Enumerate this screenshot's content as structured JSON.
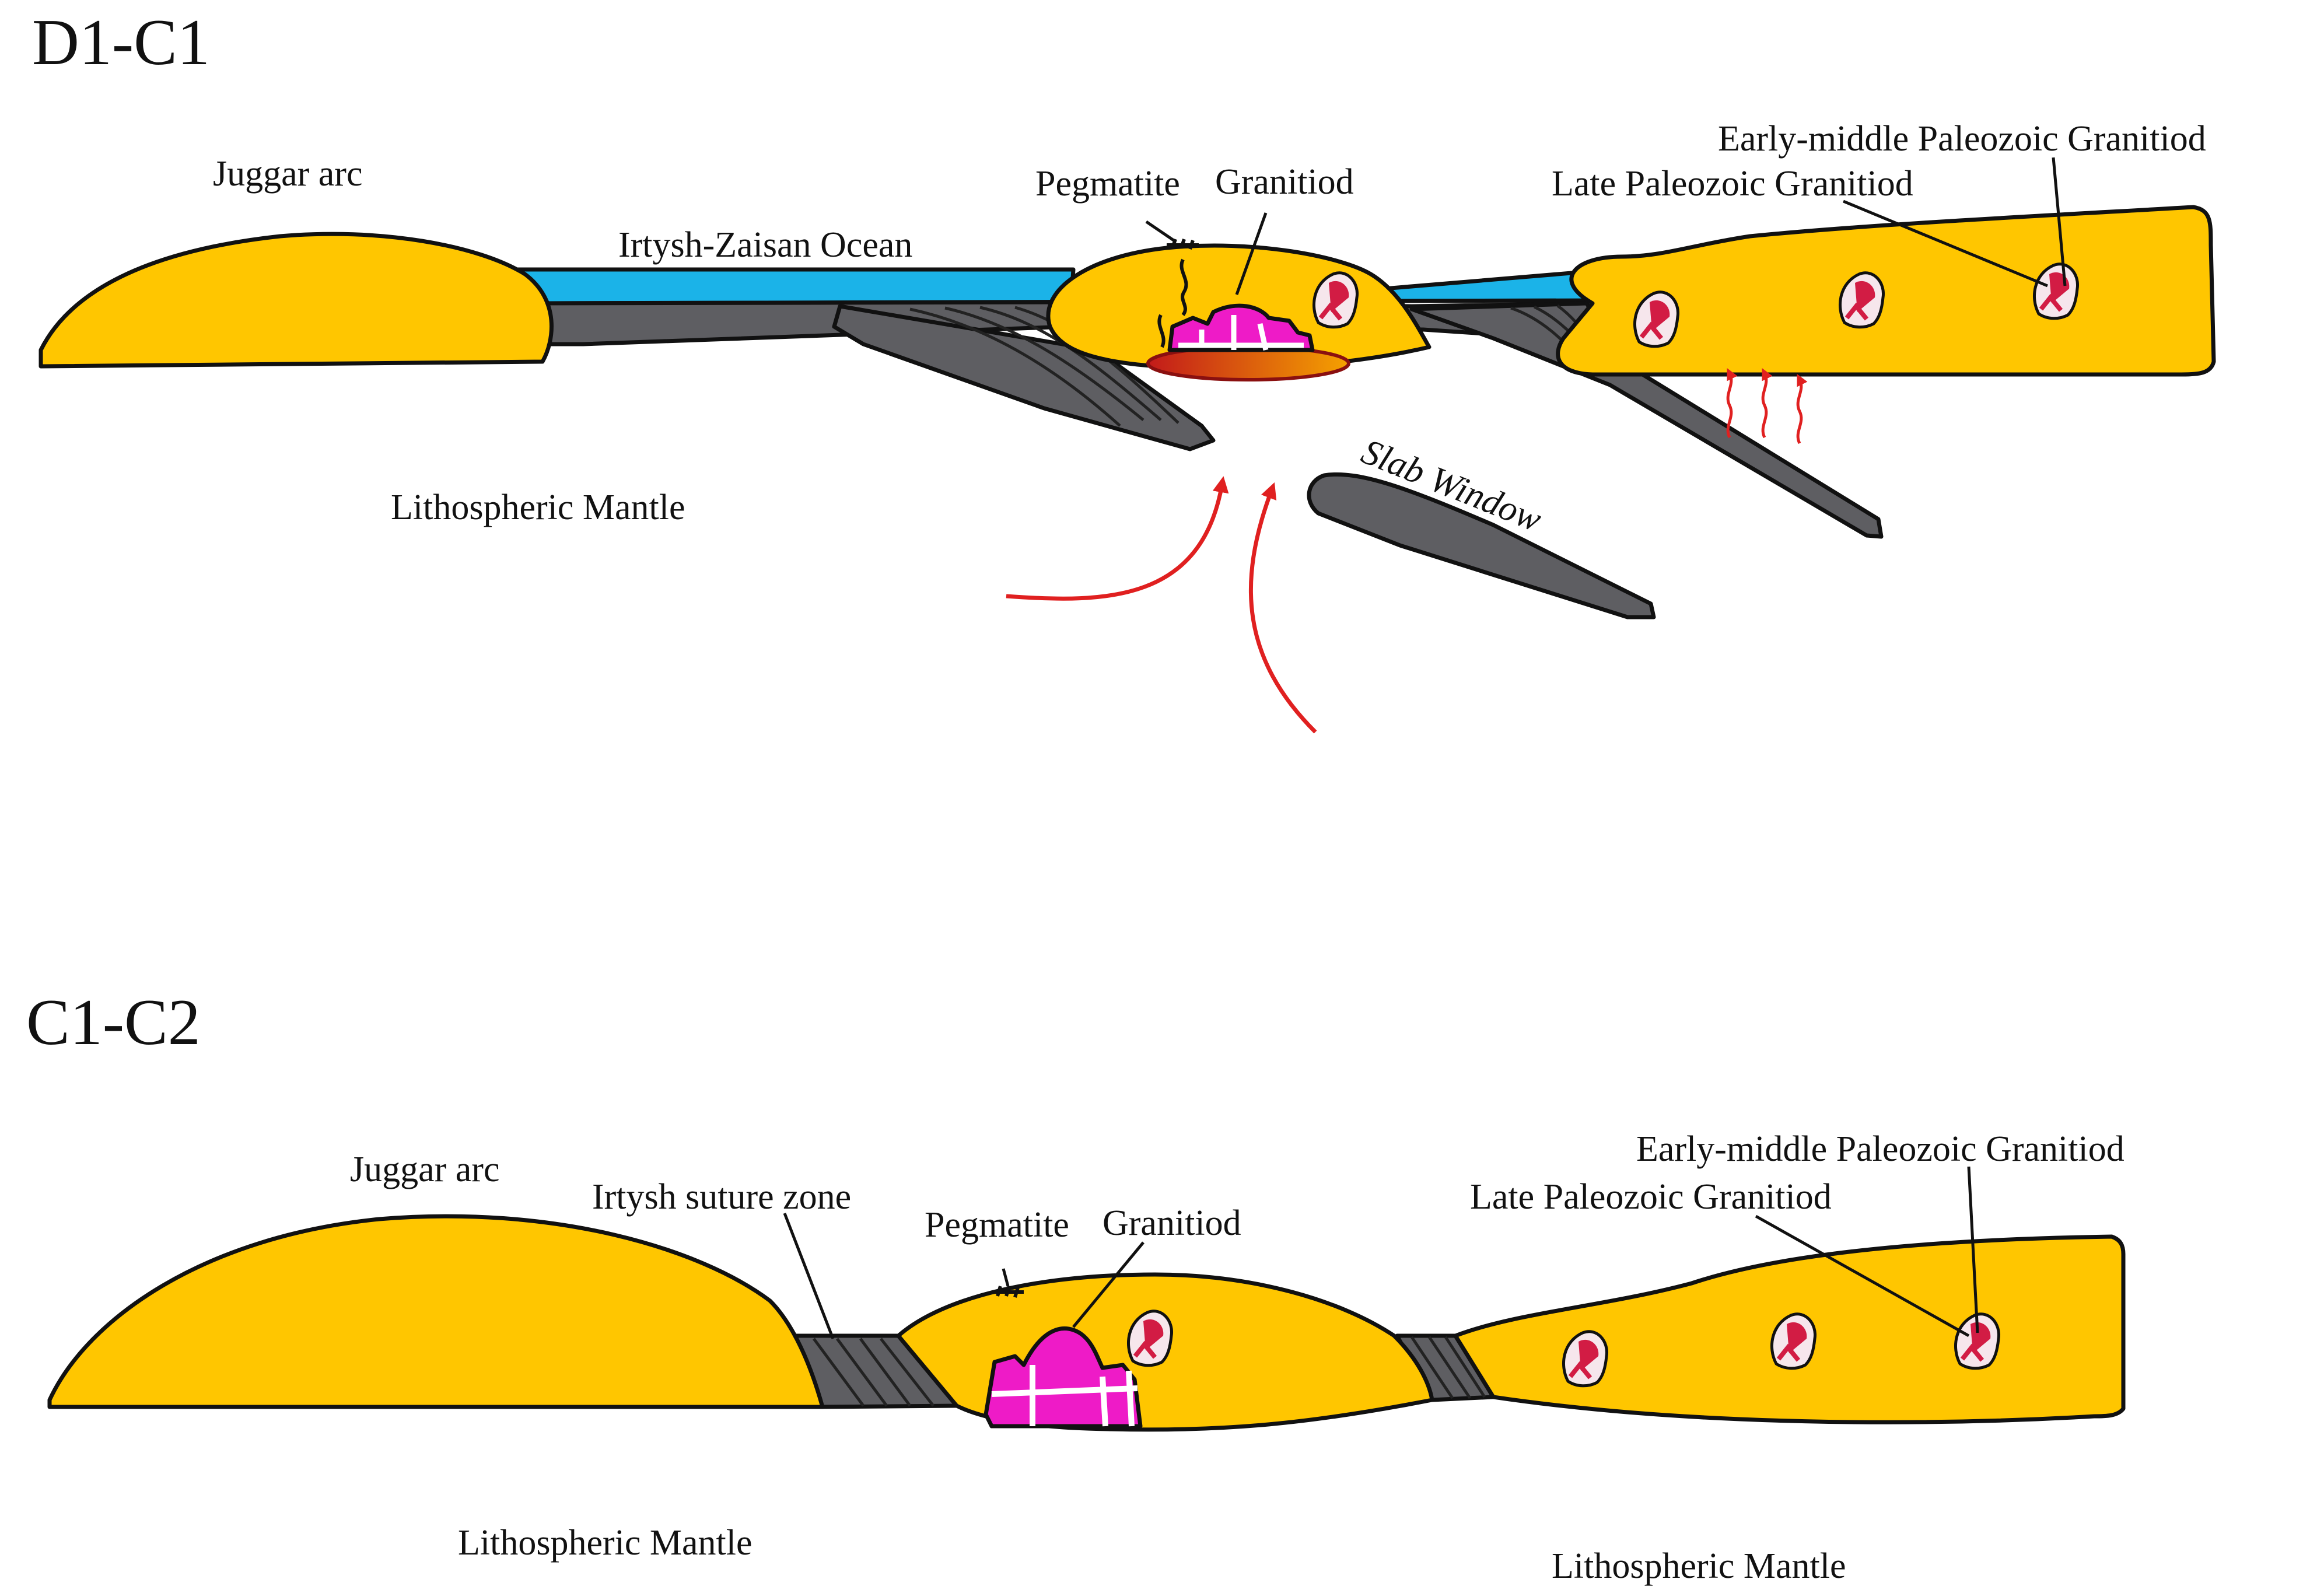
{
  "colors": {
    "crust": "#FFC600",
    "ocean": "#1BB3E8",
    "slab": "#5E5E62",
    "granitoid": "#EE1BC7",
    "magma_top": "#C21A1A",
    "magma_bottom": "#F5A100",
    "arrow": "#E02020",
    "outline": "#111111"
  },
  "panels": [
    {
      "title": "D1-C1",
      "labels": {
        "juggar_arc": "Juggar arc",
        "ocean": "Irtysh-Zaisan Ocean",
        "pegmatite": "Pegmatite",
        "granitiod": "Granitiod",
        "early_middle": "Early-middle Paleozoic Granitiod",
        "late": "Late Paleozoic Granitiod",
        "mantle": "Lithospheric  Mantle",
        "slab_window": "Slab Window"
      }
    },
    {
      "title": "C1-C2",
      "labels": {
        "juggar_arc": "Juggar arc",
        "suture": "Irtysh suture zone",
        "pegmatite": "Pegmatite",
        "granitiod": "Granitiod",
        "early_middle": "Early-middle Paleozoic Granitiod",
        "late": "Late Paleozoic Granitiod",
        "mantle_left": "Lithospheric  Mantle",
        "mantle_right": "Lithospheric  Mantle"
      }
    }
  ],
  "icons": [
    "granitoid-pluton-icon",
    "pegmatite-vein-icon",
    "heat-arrow-icon"
  ]
}
